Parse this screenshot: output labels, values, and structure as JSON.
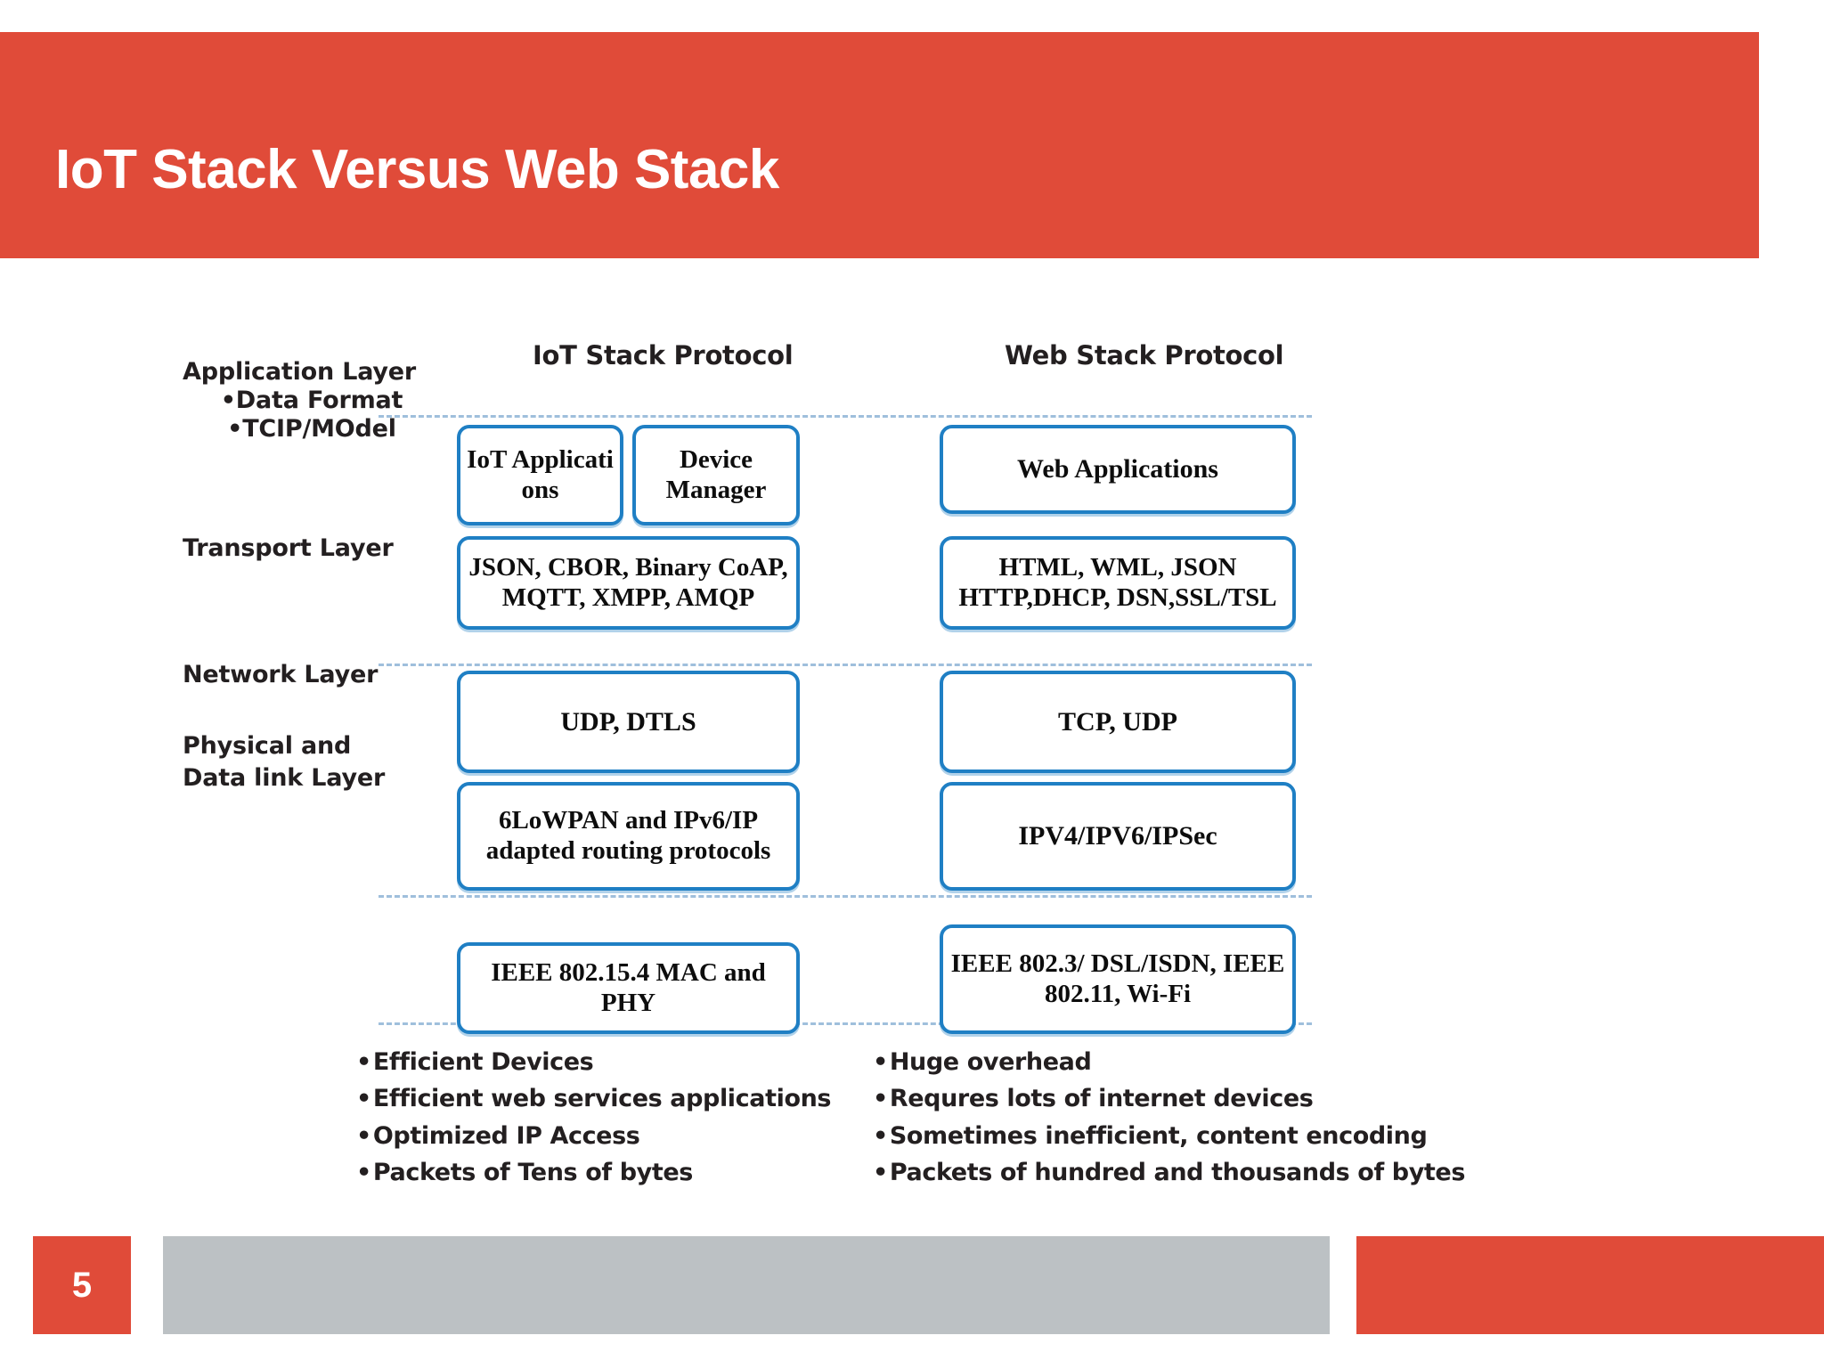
{
  "slide": {
    "title": "IoT Stack Versus Web Stack",
    "page_number": "5",
    "accent_color": "#e04b39",
    "box_border_color": "#1f7fc4",
    "footer_gray": "#bcc1c4"
  },
  "diagram": {
    "column_headers": {
      "iot": "IoT Stack Protocol",
      "web": "Web Stack Protocol"
    },
    "layer_labels": {
      "application": "Application Layer",
      "application_sub1": "•Data Format",
      "application_sub2": "•TCIP/MOdel",
      "transport": "Transport Layer",
      "network": "Network Layer",
      "physical_line1": "Physical and",
      "physical_line2": "Data link Layer"
    },
    "iot_boxes": {
      "application": "IoT Applicati ons",
      "device_manager": "Device Manager",
      "formats": "JSON, CBOR, Binary CoAP, MQTT, XMPP, AMQP",
      "transport": "UDP, DTLS",
      "network": "6LoWPAN and IPv6/IP adapted routing protocols",
      "physical": "IEEE 802.15.4 MAC and PHY"
    },
    "web_boxes": {
      "application": "Web Applications",
      "formats": "HTML, WML, JSON HTTP,DHCP, DSN,SSL/TSL",
      "transport": "TCP, UDP",
      "network": "IPV4/IPV6/IPSec",
      "physical": "IEEE 802.3/ DSL/ISDN, IEEE 802.11, Wi-Fi"
    }
  },
  "notes": {
    "iot": [
      "Efficient Devices",
      "Efficient web services applications",
      "Optimized IP Access",
      "Packets of Tens of bytes"
    ],
    "web": [
      "Huge overhead",
      "Requres lots of internet devices",
      "Sometimes inefficient, content encoding",
      "Packets of hundred and thousands of bytes"
    ]
  }
}
